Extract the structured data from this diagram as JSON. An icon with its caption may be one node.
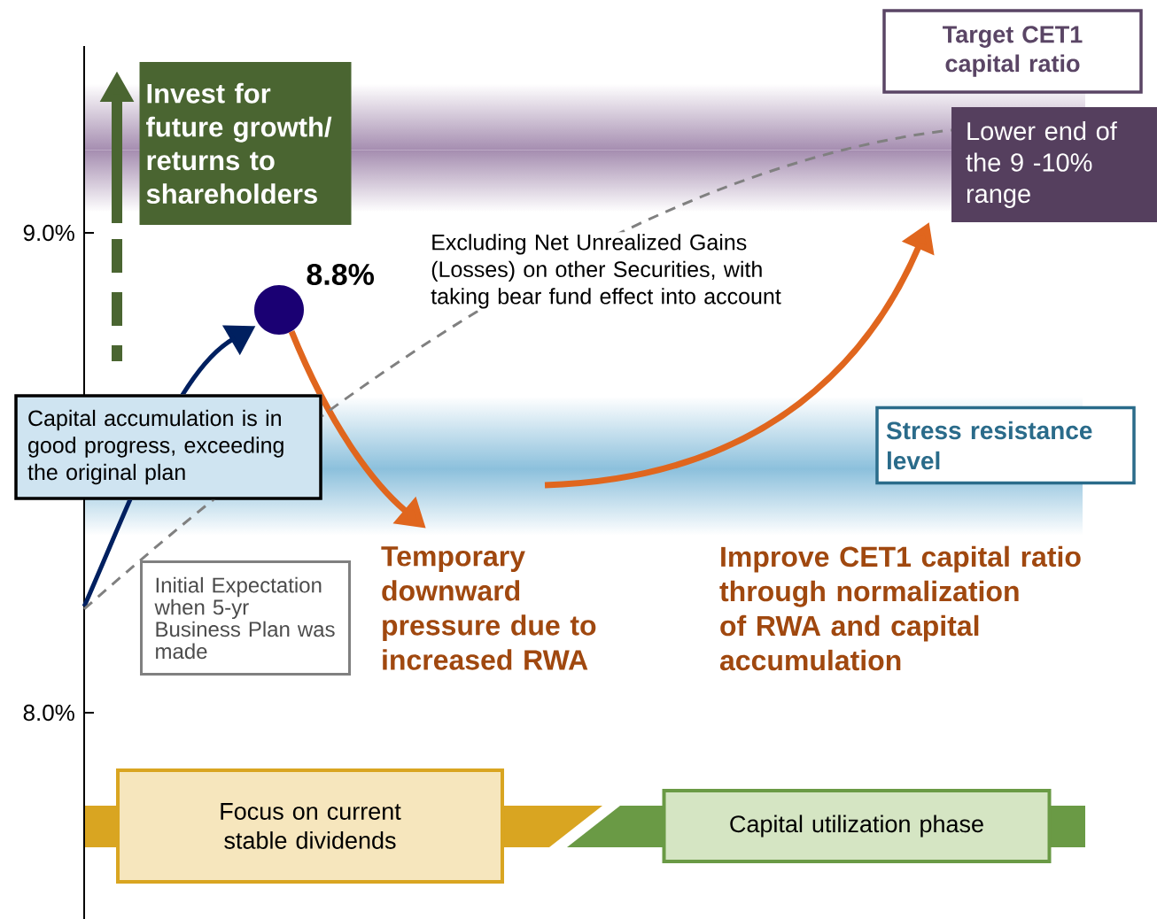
{
  "diagram": {
    "nodes": [
      {
        "text": [
          "Target CET1 capital ratio"
        ]
      },
      {
        "text": [
          "Invest for future growth/ returns to shareholders"
        ]
      },
      {
        "text": [
          "Lower end of the 9 -10% range"
        ]
      },
      {
        "text": [],
        "shape": "circle",
        "beside": [
          "8.8%"
        ]
      },
      {
        "text": [
          "Stress resistance level"
        ]
      },
      {
        "text": [
          "Capital accumulation is in good progress, exceeding the original plan"
        ]
      },
      {
        "text": [
          "Temporary downward pressure due to increased RWA"
        ]
      },
      {
        "text": [
          "Improve CET1 capital ratio through normalization of RWA and capital accumulation"
        ]
      },
      {
        "text": [
          "Initial Expectation when 5-yr Business Plan was made"
        ]
      },
      {
        "text": [
          "Focus on current stable dividends"
        ]
      },
      {
        "text": [
          "Capital utilization phase"
        ]
      }
    ],
    "edges": [
      {
        "from": null,
        "to": 3,
        "arrow": "to",
        "color": "#002060"
      },
      {
        "from": 3,
        "to": 6,
        "arrow": "to"
      },
      {
        "from": null,
        "to": 2,
        "arrow": "to"
      },
      {
        "from": null,
        "to": 2,
        "arrow": "none",
        "style": "dashed",
        "color": "#808080",
        "label": "Excluding Net Unrealized Gains (Losses) on other Securities, with taking bear fund effect into account"
      }
    ],
    "labels": [
      "9.0%",
      "8.0%"
    ]
  }
}
